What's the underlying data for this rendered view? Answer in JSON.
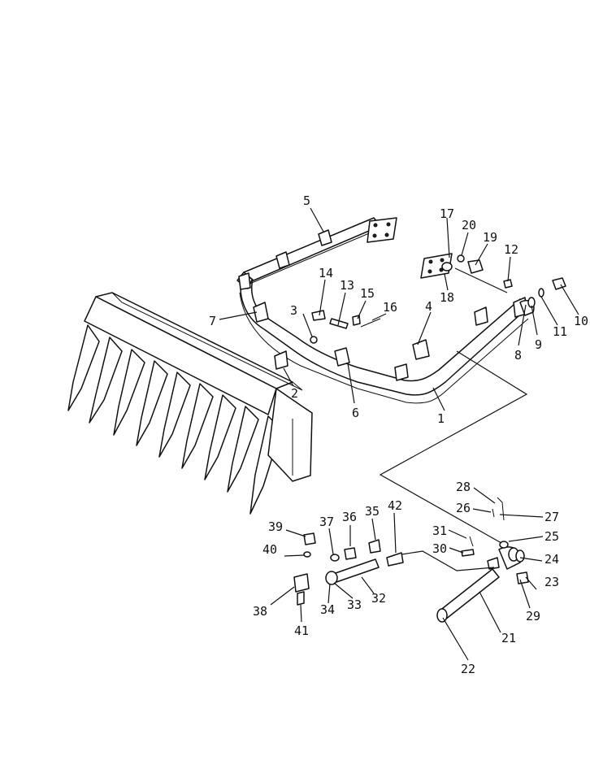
{
  "diagram": {
    "callouts": [
      "1",
      "2",
      "3",
      "4",
      "5",
      "6",
      "7",
      "8",
      "9",
      "10",
      "11",
      "12",
      "13",
      "14",
      "15",
      "16",
      "17",
      "18",
      "19",
      "20",
      "21",
      "22",
      "23",
      "24",
      "25",
      "26",
      "27",
      "28",
      "29",
      "30",
      "31",
      "32",
      "33",
      "34",
      "35",
      "36",
      "37",
      "38",
      "39",
      "40",
      "41",
      "42"
    ],
    "colors": {
      "ink": "#111111",
      "paper": "#ffffff"
    }
  }
}
